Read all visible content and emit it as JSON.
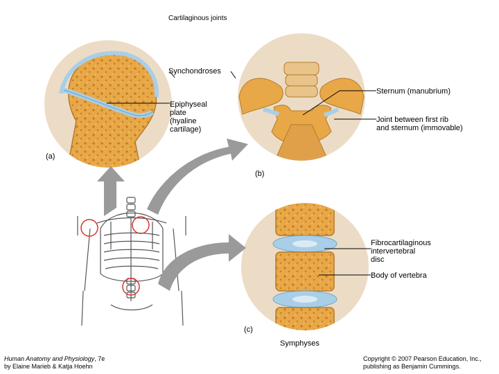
{
  "title": "Cartilaginous joints",
  "labels": {
    "synchondroses": "Synchondroses",
    "sternum": "Sternum (manubrium)",
    "epiphyseal": "Epiphyseal\nplate\n(hyaline\ncartilage)",
    "joint_rib": "Joint between first rib\nand sternum (immovable)",
    "panel_a": "(a)",
    "panel_b": "(b)",
    "fibro": "Fibrocartilaginous\nintervertebral\ndisc",
    "body_vertebra": "Body of vertebra",
    "panel_c": "(c)",
    "symphyses": "Symphyses"
  },
  "credits": {
    "left_italic": "Human Anatomy and Physiology",
    "left_edition": ", 7e",
    "left_authors": "by Elaine Marieb & Katja Hoehn",
    "right_line1": "Copyright © 2007 Pearson Education, Inc.,",
    "right_line2": "publishing as Benjamin Cummings."
  },
  "colors": {
    "bone": "#e8a848",
    "bone_dark": "#c98a2a",
    "bone_spot": "#f5cf8a",
    "cartilage": "#a9cfe8",
    "cartilage_dark": "#6fa8cf",
    "circle_bg": "#ecdcc6",
    "arrow": "#9a9a9a",
    "marker": "#d8332f"
  }
}
